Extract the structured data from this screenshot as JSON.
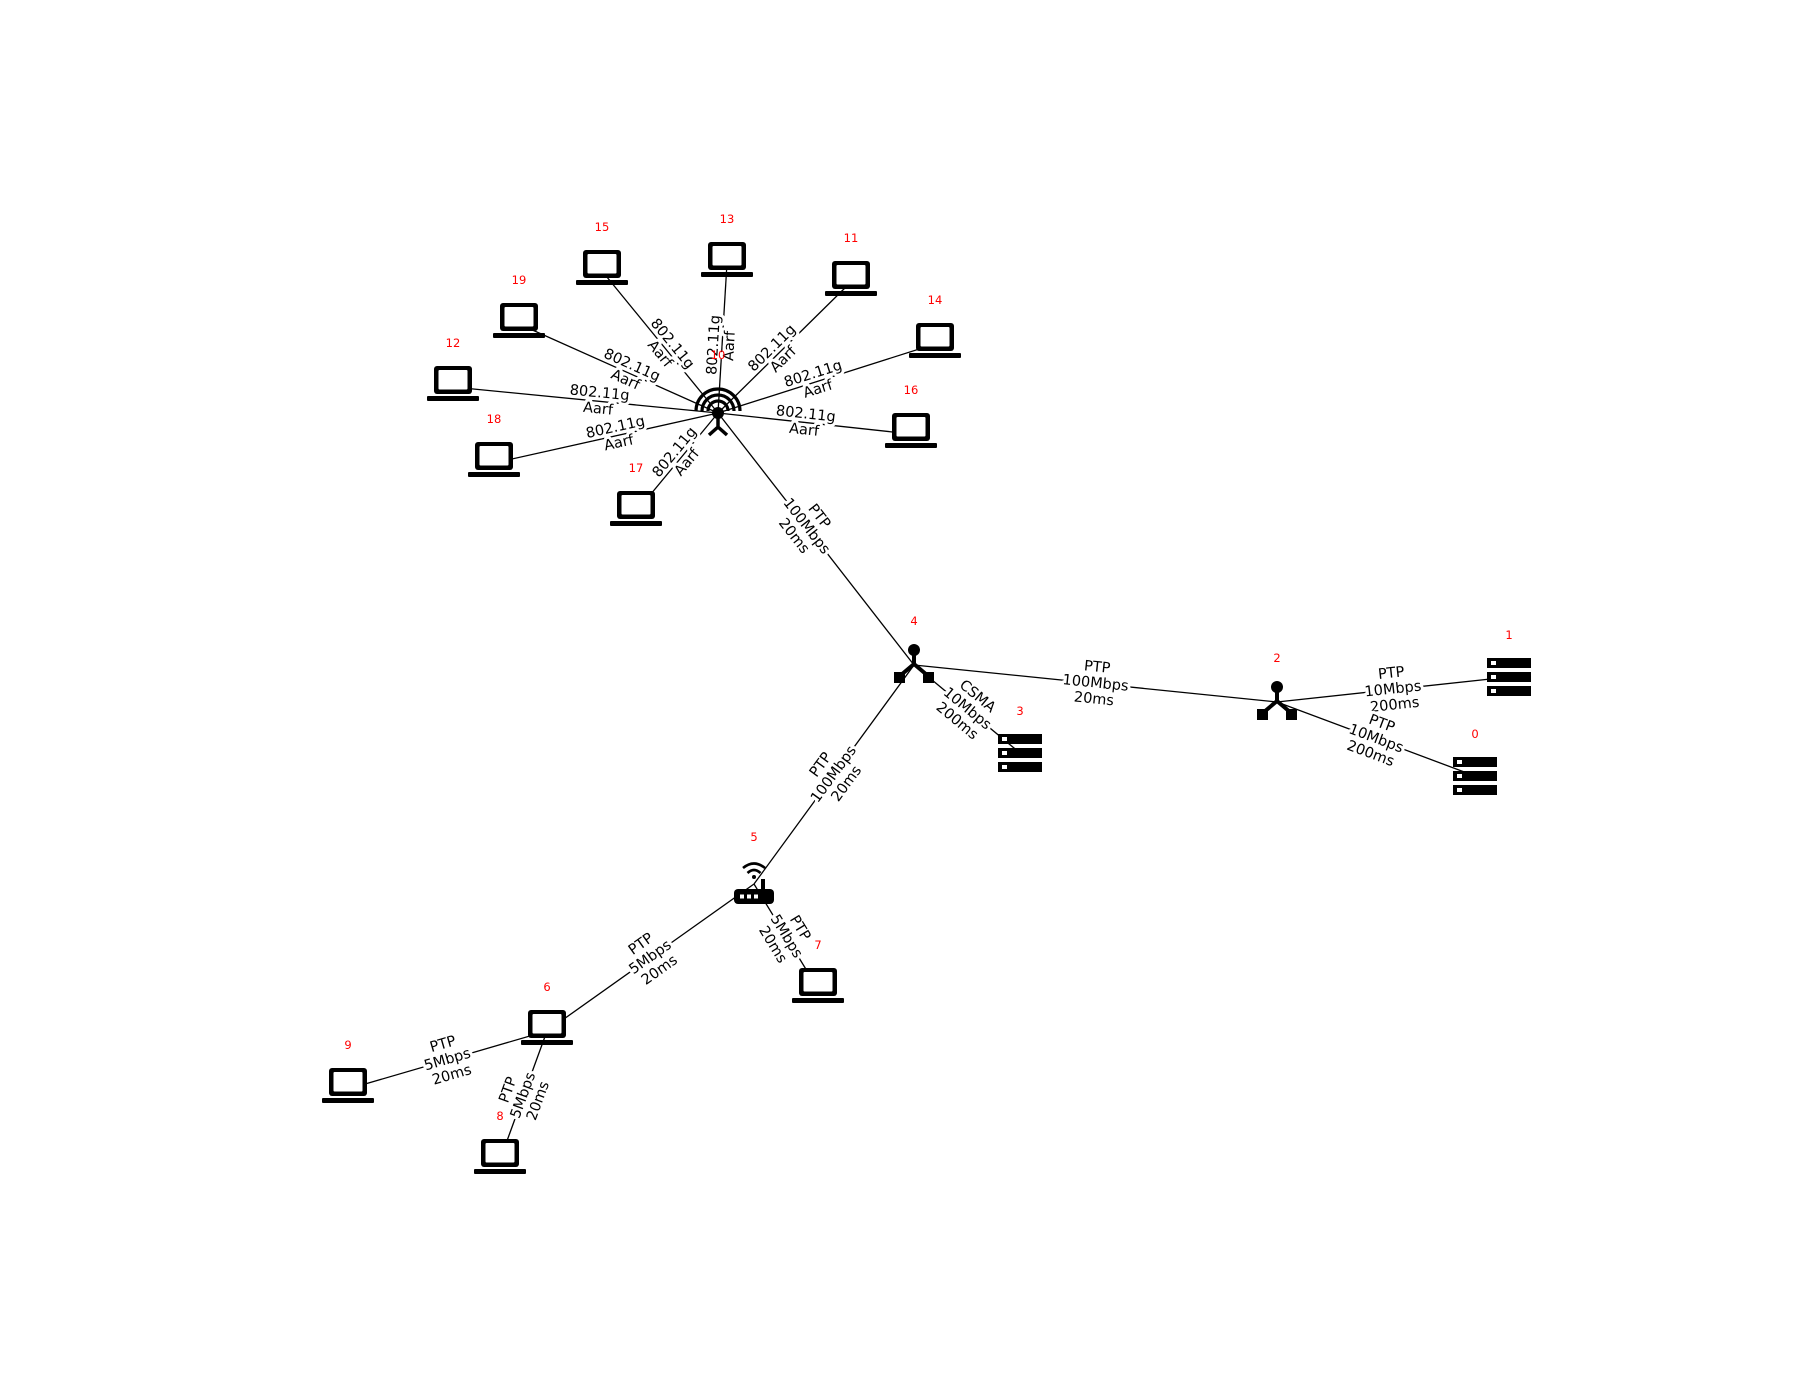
{
  "colors": {
    "node_id": "#ff0000",
    "edge": "#000000",
    "icon": "#000000",
    "background": "#ffffff"
  },
  "nodes": [
    {
      "id": "0",
      "type": "server",
      "icon": "server-icon"
    },
    {
      "id": "1",
      "type": "server",
      "icon": "server-icon"
    },
    {
      "id": "2",
      "type": "switch",
      "icon": "switch-icon"
    },
    {
      "id": "3",
      "type": "server",
      "icon": "server-icon"
    },
    {
      "id": "4",
      "type": "switch",
      "icon": "switch-icon"
    },
    {
      "id": "5",
      "type": "router",
      "icon": "router-icon"
    },
    {
      "id": "6",
      "type": "laptop",
      "icon": "laptop-icon"
    },
    {
      "id": "7",
      "type": "laptop",
      "icon": "laptop-icon"
    },
    {
      "id": "8",
      "type": "laptop",
      "icon": "laptop-icon"
    },
    {
      "id": "9",
      "type": "laptop",
      "icon": "laptop-icon"
    },
    {
      "id": "10",
      "type": "access-point",
      "icon": "wifi-access-point-icon"
    },
    {
      "id": "11",
      "type": "laptop",
      "icon": "laptop-icon"
    },
    {
      "id": "12",
      "type": "laptop",
      "icon": "laptop-icon"
    },
    {
      "id": "13",
      "type": "laptop",
      "icon": "laptop-icon"
    },
    {
      "id": "14",
      "type": "laptop",
      "icon": "laptop-icon"
    },
    {
      "id": "15",
      "type": "laptop",
      "icon": "laptop-icon"
    },
    {
      "id": "16",
      "type": "laptop",
      "icon": "laptop-icon"
    },
    {
      "id": "17",
      "type": "laptop",
      "icon": "laptop-icon"
    },
    {
      "id": "18",
      "type": "laptop",
      "icon": "laptop-icon"
    },
    {
      "id": "19",
      "type": "laptop",
      "icon": "laptop-icon"
    }
  ],
  "edges": [
    {
      "from": "10",
      "to": "4",
      "label": [
        "PTP",
        "100Mbps",
        "20ms"
      ]
    },
    {
      "from": "4",
      "to": "2",
      "label": [
        "PTP",
        "100Mbps",
        "20ms"
      ]
    },
    {
      "from": "4",
      "to": "3",
      "label": [
        "CSMA",
        "10Mbps",
        "200ms"
      ]
    },
    {
      "from": "4",
      "to": "5",
      "label": [
        "PTP",
        "100Mbps",
        "20ms"
      ]
    },
    {
      "from": "2",
      "to": "1",
      "label": [
        "PTP",
        "10Mbps",
        "200ms"
      ]
    },
    {
      "from": "2",
      "to": "0",
      "label": [
        "PTP",
        "10Mbps",
        "200ms"
      ]
    },
    {
      "from": "5",
      "to": "6",
      "label": [
        "PTP",
        "5Mbps",
        "20ms"
      ]
    },
    {
      "from": "5",
      "to": "7",
      "label": [
        "PTP",
        "5Mbps",
        "20ms"
      ]
    },
    {
      "from": "6",
      "to": "9",
      "label": [
        "PTP",
        "5Mbps",
        "20ms"
      ]
    },
    {
      "from": "6",
      "to": "8",
      "label": [
        "PTP",
        "5Mbps",
        "20ms"
      ]
    },
    {
      "from": "10",
      "to": "15",
      "label": [
        "802.11g",
        "Aarf"
      ]
    },
    {
      "from": "10",
      "to": "13",
      "label": [
        "802.11g",
        "Aarf"
      ]
    },
    {
      "from": "10",
      "to": "11",
      "label": [
        "802.11g",
        "Aarf"
      ]
    },
    {
      "from": "10",
      "to": "14",
      "label": [
        "802.11g",
        "Aarf"
      ]
    },
    {
      "from": "10",
      "to": "16",
      "label": [
        "802.11g",
        "Aarf"
      ]
    },
    {
      "from": "10",
      "to": "19",
      "label": [
        "802.11g",
        "Aarf"
      ]
    },
    {
      "from": "10",
      "to": "12",
      "label": [
        "802.11g",
        "Aarf"
      ]
    },
    {
      "from": "10",
      "to": "18",
      "label": [
        "802.11g",
        "Aarf"
      ]
    },
    {
      "from": "10",
      "to": "17",
      "label": [
        "802.11g",
        "Aarf"
      ]
    }
  ]
}
